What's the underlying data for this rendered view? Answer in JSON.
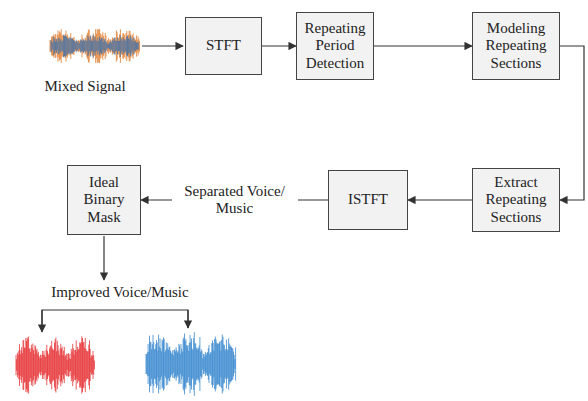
{
  "diagram": {
    "nodes": [
      {
        "text": [
          "STFT"
        ]
      },
      {
        "text": [
          "Repeating Period Detection"
        ]
      },
      {
        "text": [
          "Modeling Repeating Sections"
        ]
      },
      {
        "text": [
          "Extract Repeating Sections"
        ]
      },
      {
        "text": [
          "ISTFT"
        ]
      },
      {
        "text": [
          "Ideal Binary Mask"
        ]
      }
    ],
    "edges": [
      {
        "from": 0,
        "to": 1,
        "arrow": "to"
      },
      {
        "from": 1,
        "to": 2,
        "arrow": "to"
      },
      {
        "from": 2,
        "to": 3,
        "arrow": "to"
      },
      {
        "from": 3,
        "to": 4,
        "arrow": "to"
      },
      {
        "from": 4,
        "to": 5,
        "label": "Separated Voice/ Music",
        "arrow": "to"
      }
    ],
    "labels": [
      "Mixed Signal",
      "Improved Voice/Music"
    ]
  }
}
